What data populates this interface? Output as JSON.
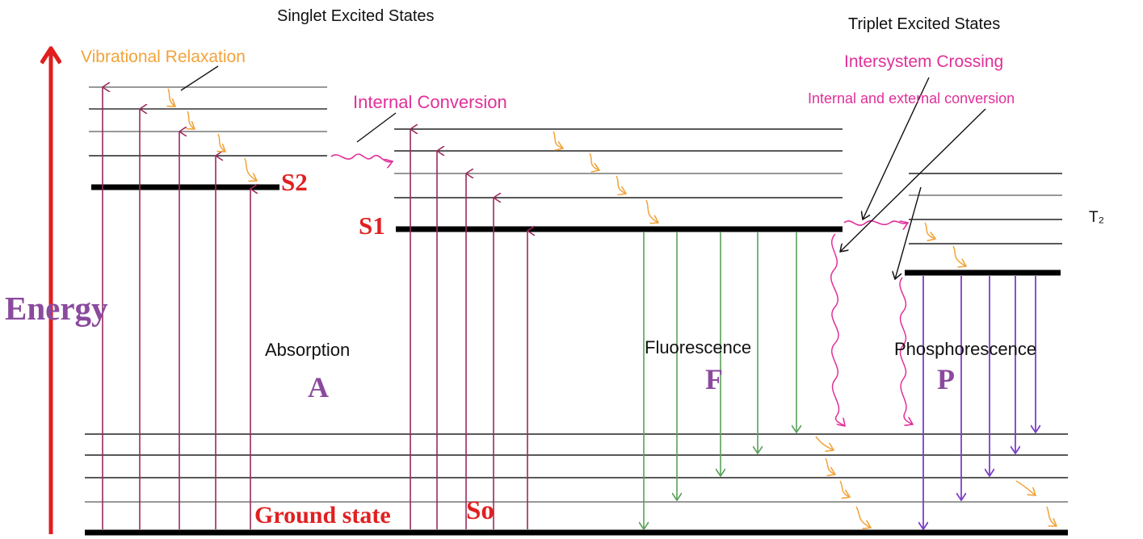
{
  "headers": {
    "singlet": "Singlet Excited States",
    "triplet": "Triplet Excited States"
  },
  "processes": {
    "vibrational_relaxation": "Vibrational Relaxation",
    "internal_conversion": "Internal Conversion",
    "intersystem_crossing": "Intersystem Crossing",
    "internal_external_conversion": "Internal and external conversion"
  },
  "states": {
    "s2": "S2",
    "s1": "S1",
    "t2": "T₂",
    "ground": "Ground state",
    "s0": "So"
  },
  "axis": {
    "energy": "Energy"
  },
  "transitions": {
    "absorption": {
      "caption": "Absorption",
      "letter": "A"
    },
    "fluorescence": {
      "caption": "Fluorescence",
      "letter": "F"
    },
    "phosphorescence": {
      "caption": "Phosphorescence",
      "letter": "P"
    }
  },
  "colors": {
    "absorption": "#9a2a5e",
    "fluorescence": "#5aa05a",
    "phosphorescence": "#7b3fc7",
    "relaxation": "#f2a33a",
    "crossing": "#e0309a",
    "energy_axis": "#e01e1e",
    "state_label": "#e02020",
    "letter": "#8b4a9e"
  }
}
